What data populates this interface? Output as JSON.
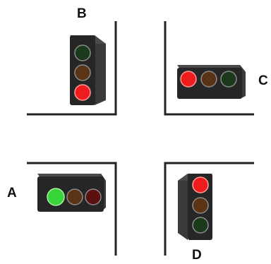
{
  "labels": {
    "a": "A",
    "b": "B",
    "c": "C",
    "d": "D"
  },
  "lamp_colors": {
    "green_on": "#39d439",
    "green_off": "#1b3a1b",
    "amber_off": "#5a3414",
    "red_on": "#ee1c1c",
    "red_off": "#5c1010"
  },
  "housing_color": "#262626",
  "road_edge_color": "#222222",
  "traffic_lights": [
    {
      "id": "A",
      "orientation": "horizontal",
      "lit": "green"
    },
    {
      "id": "B",
      "orientation": "vertical",
      "lit": "red"
    },
    {
      "id": "C",
      "orientation": "horizontal",
      "lit": "red"
    },
    {
      "id": "D",
      "orientation": "vertical",
      "lit": "red"
    }
  ]
}
